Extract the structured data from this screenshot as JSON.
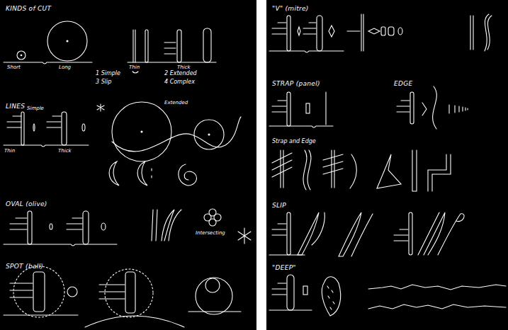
{
  "diagram": {
    "labels": [
      "KINDS of CUT",
      "Short",
      "Long",
      "Thin",
      "Thick",
      "1 Simple",
      "2 Extended",
      "3 Slip",
      "4 Complex",
      "LINES",
      "Simple",
      "Thin",
      "Thick",
      "Extended",
      "OVAL (olive)",
      "Intersecting",
      "SPOT (ball)",
      "\"V\" (mitre)",
      "STRAP (panel)",
      "EDGE",
      "Strap and Edge",
      "SLIP",
      "\"DEEP\""
    ]
  }
}
